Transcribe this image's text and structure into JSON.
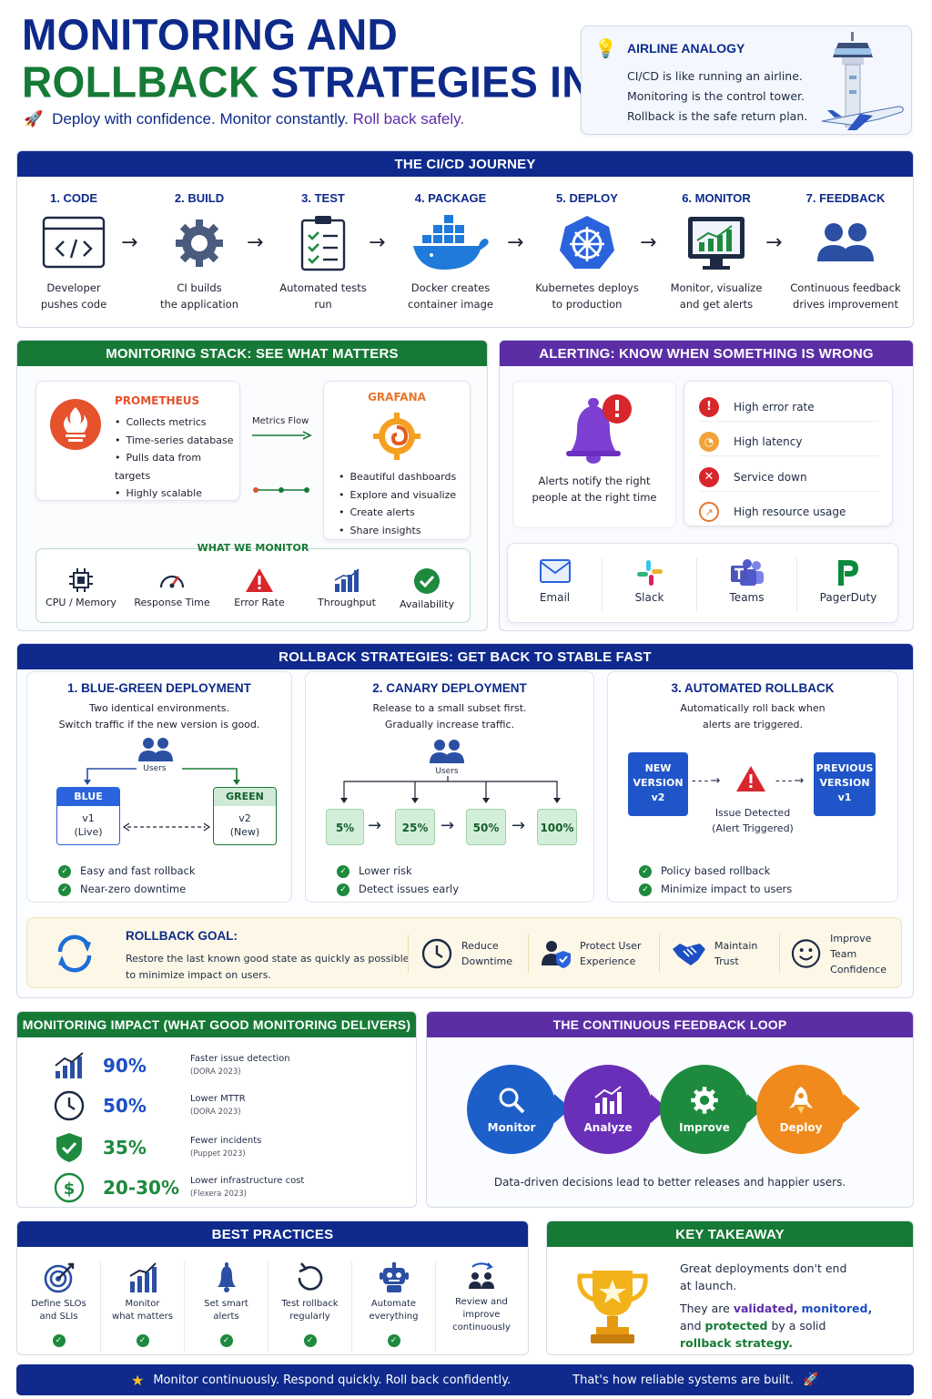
{
  "header": {
    "title_line1": "MONITORING AND",
    "title_line2_green": "ROLLBACK",
    "title_line2_rest": "STRATEGIES IN CI/CD",
    "tagline_part1": "Deploy with confidence. Monitor constantly.",
    "tagline_part2": "Roll back safely."
  },
  "analogy": {
    "title": "AIRLINE ANALOGY",
    "lines": [
      "CI/CD is like running an airline.",
      "Monitoring is the control tower.",
      "Rollback is the safe return plan."
    ]
  },
  "journey": {
    "title": "THE CI/CD JOURNEY",
    "steps": [
      {
        "title": "1. CODE",
        "desc1": "Developer",
        "desc2": "pushes code",
        "icon": "code-icon"
      },
      {
        "title": "2. BUILD",
        "desc1": "CI builds",
        "desc2": "the application",
        "icon": "gear-icon"
      },
      {
        "title": "3. TEST",
        "desc1": "Automated tests",
        "desc2": "run",
        "icon": "checklist-icon"
      },
      {
        "title": "4. PACKAGE",
        "desc1": "Docker creates",
        "desc2": "container image",
        "icon": "docker-icon"
      },
      {
        "title": "5. DEPLOY",
        "desc1": "Kubernetes deploys",
        "desc2": "to production",
        "icon": "kubernetes-icon"
      },
      {
        "title": "6. MONITOR",
        "desc1": "Monitor, visualize",
        "desc2": "and get alerts",
        "icon": "monitor-chart-icon"
      },
      {
        "title": "7. FEEDBACK",
        "desc1": "Continuous feedback",
        "desc2": "drives improvement",
        "icon": "users-icon"
      }
    ]
  },
  "monitoring": {
    "title": "MONITORING STACK: SEE WHAT MATTERS",
    "prometheus": {
      "name": "PROMETHEUS",
      "items": [
        "Collects metrics",
        "Time-series database",
        "Pulls data from targets",
        "Highly scalable"
      ]
    },
    "flow_label": "Metrics Flow",
    "grafana": {
      "name": "GRAFANA",
      "items": [
        "Beautiful dashboards",
        "Explore and visualize",
        "Create alerts",
        "Share insights"
      ]
    },
    "what_title": "WHAT WE MONITOR",
    "what": [
      "CPU / Memory",
      "Response Time",
      "Error Rate",
      "Throughput",
      "Availability"
    ]
  },
  "alerting": {
    "title": "ALERTING: KNOW WHEN SOMETHING IS WRONG",
    "desc1": "Alerts notify the right",
    "desc2": "people at the right time",
    "conditions": [
      "High error rate",
      "High latency",
      "Service down",
      "High resource usage"
    ],
    "channels": [
      "Email",
      "Slack",
      "Teams",
      "PagerDuty"
    ]
  },
  "rollback": {
    "title": "ROLLBACK STRATEGIES: GET BACK TO STABLE FAST",
    "bluegreen": {
      "title": "1. BLUE-GREEN DEPLOYMENT",
      "desc1": "Two identical environments.",
      "desc2": "Switch traffic if the new version is good.",
      "users": "Users",
      "blue_label": "BLUE",
      "blue_ver": "v1",
      "blue_state": "(Live)",
      "green_label": "GREEN",
      "green_ver": "v2",
      "green_state": "(New)",
      "benefits": [
        "Easy and fast rollback",
        "Near-zero downtime"
      ]
    },
    "canary": {
      "title": "2. CANARY DEPLOYMENT",
      "desc1": "Release to a small subset first.",
      "desc2": "Gradually increase traffic.",
      "users": "Users",
      "stages": [
        "5%",
        "25%",
        "50%",
        "100%"
      ],
      "benefits": [
        "Lower risk",
        "Detect issues early"
      ]
    },
    "automated": {
      "title": "3. AUTOMATED ROLLBACK",
      "desc1": "Automatically roll back when",
      "desc2": "alerts are triggered.",
      "new_l1": "NEW",
      "new_l2": "VERSION",
      "new_l3": "v2",
      "issue1": "Issue Detected",
      "issue2": "(Alert Triggered)",
      "prev_l1": "PREVIOUS",
      "prev_l2": "VERSION",
      "prev_l3": "v1",
      "benefits": [
        "Policy based rollback",
        "Minimize impact to users"
      ]
    },
    "goal": {
      "title": "ROLLBACK GOAL:",
      "desc1": "Restore the last known good state as quickly as possible",
      "desc2": "to minimize impact on users.",
      "items": [
        {
          "l1": "Reduce",
          "l2": "Downtime"
        },
        {
          "l1": "Protect User",
          "l2": "Experience"
        },
        {
          "l1": "Maintain",
          "l2": "Trust"
        },
        {
          "l1": "Improve Team",
          "l2": "Confidence"
        }
      ]
    }
  },
  "impact": {
    "title": "MONITORING IMPACT (WHAT GOOD MONITORING DELIVERS)",
    "rows": [
      {
        "value": "90%",
        "label": "Faster issue detection",
        "source": "(DORA 2023)"
      },
      {
        "value": "50%",
        "label": "Lower MTTR",
        "source": "(DORA 2023)"
      },
      {
        "value": "35%",
        "label": "Fewer incidents",
        "source": "(Puppet 2023)"
      },
      {
        "value": "20-30%",
        "label": "Lower infrastructure cost",
        "source": "(Flexera 2023)"
      }
    ]
  },
  "loop": {
    "title": "THE CONTINUOUS FEEDBACK LOOP",
    "stages": [
      "Monitor",
      "Analyze",
      "Improve",
      "Deploy"
    ],
    "caption": "Data-driven decisions lead to better releases and happier users."
  },
  "practices": {
    "title": "BEST PRACTICES",
    "items": [
      {
        "l1": "Define SLOs",
        "l2": "and SLIs"
      },
      {
        "l1": "Monitor",
        "l2": "what matters"
      },
      {
        "l1": "Set smart",
        "l2": "alerts"
      },
      {
        "l1": "Test rollback",
        "l2": "regularly"
      },
      {
        "l1": "Automate",
        "l2": "everything"
      },
      {
        "l1": "Review and",
        "l2": "improve",
        "l3": "continuously"
      }
    ]
  },
  "takeaway": {
    "title": "KEY TAKEAWAY",
    "line1": "Great deployments don't end",
    "line2": "at launch.",
    "p1": "They are",
    "validated": "validated,",
    "monitored": "monitored,",
    "p2": "and",
    "protected": "protected",
    "p3": "by a solid",
    "strategy": "rollback strategy."
  },
  "footer": {
    "left": "Monitor continuously. Respond quickly. Roll back confidently.",
    "right": "That's how reliable systems are built."
  },
  "colors": {
    "navy": "#0f2a8c",
    "green": "#167a36",
    "purple": "#5b2ea6",
    "orange": "#f08a1c",
    "blue": "#1d4fc4"
  }
}
